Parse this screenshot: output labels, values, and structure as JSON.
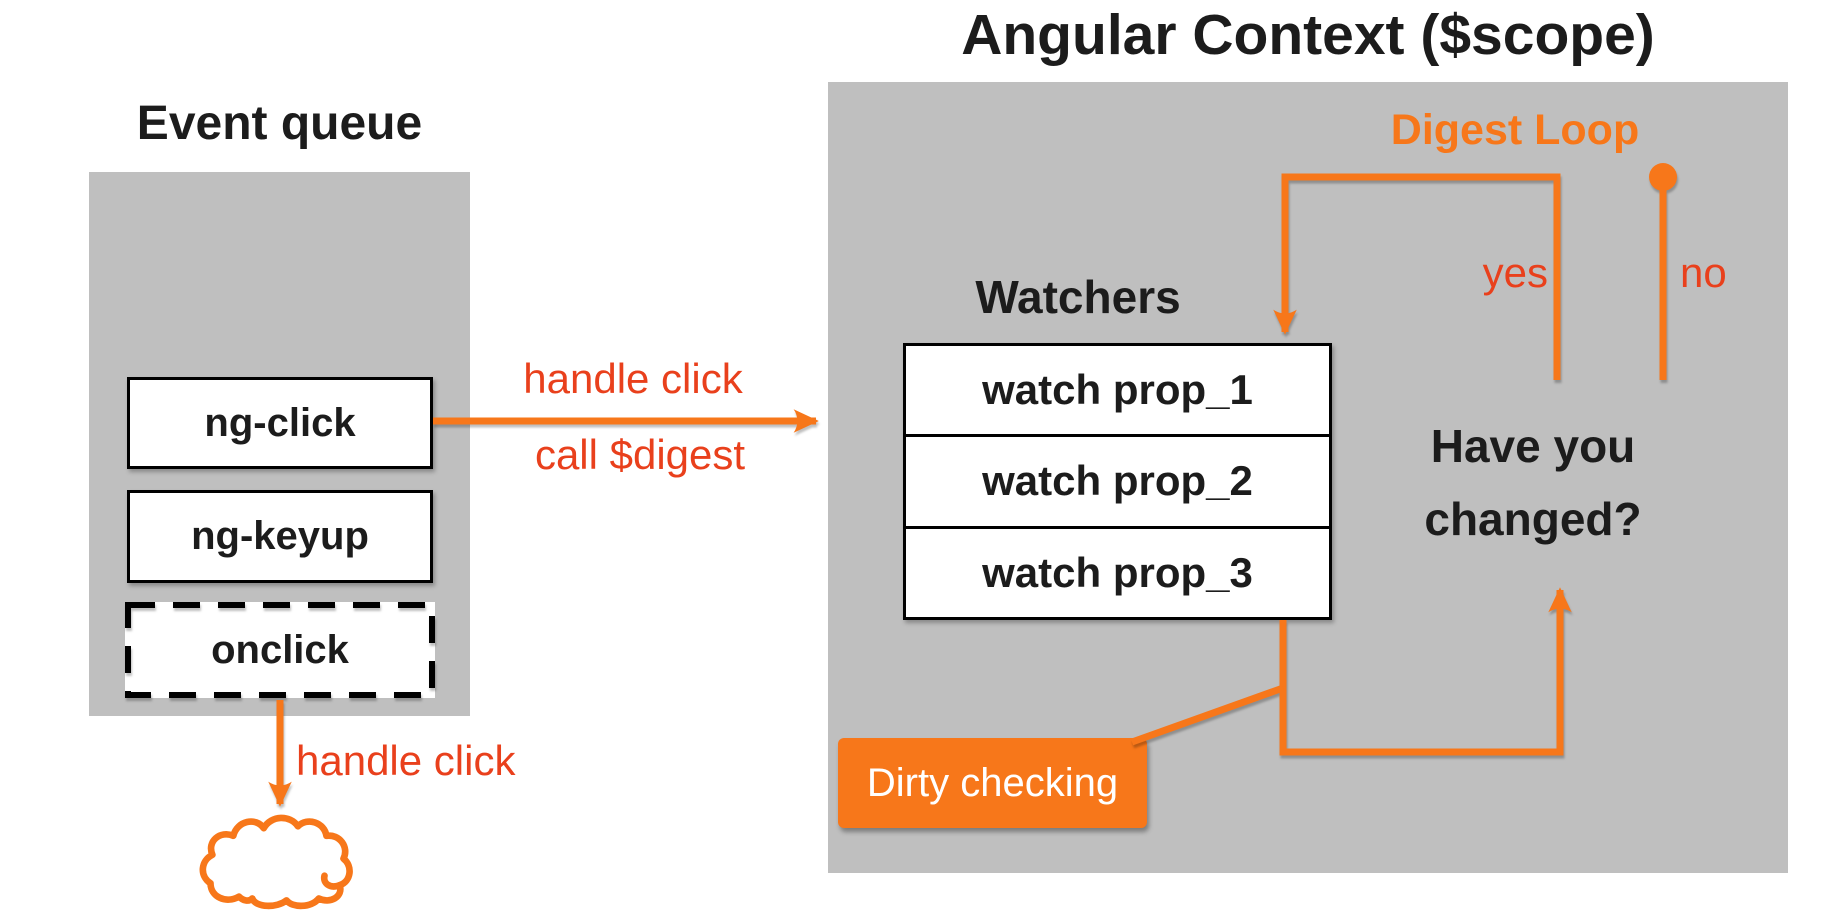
{
  "colors": {
    "orange": "#F7771A",
    "red": "#E9401C",
    "gray": "#BFBFBF",
    "ink": "#1C1C1C"
  },
  "left": {
    "title": "Event queue",
    "queue_items": [
      {
        "label": "ng-click",
        "border": "solid"
      },
      {
        "label": "ng-keyup",
        "border": "solid"
      },
      {
        "label": "onclick",
        "border": "dashed"
      }
    ],
    "to_scope_arrow": {
      "label_line1": "handle click",
      "label_line2": "call $digest"
    },
    "down_arrow_label": "handle click",
    "cloud_icon": "cloud"
  },
  "right": {
    "title": "Angular Context ($scope)",
    "digest_loop_label": "Digest Loop",
    "watchers_title": "Watchers",
    "watchers": [
      "watch prop_1",
      "watch prop_2",
      "watch prop_3"
    ],
    "question_line1": "Have you",
    "question_line2": "changed?",
    "yes_label": "yes",
    "no_label": "no",
    "dirty_checking_label": "Dirty checking"
  }
}
